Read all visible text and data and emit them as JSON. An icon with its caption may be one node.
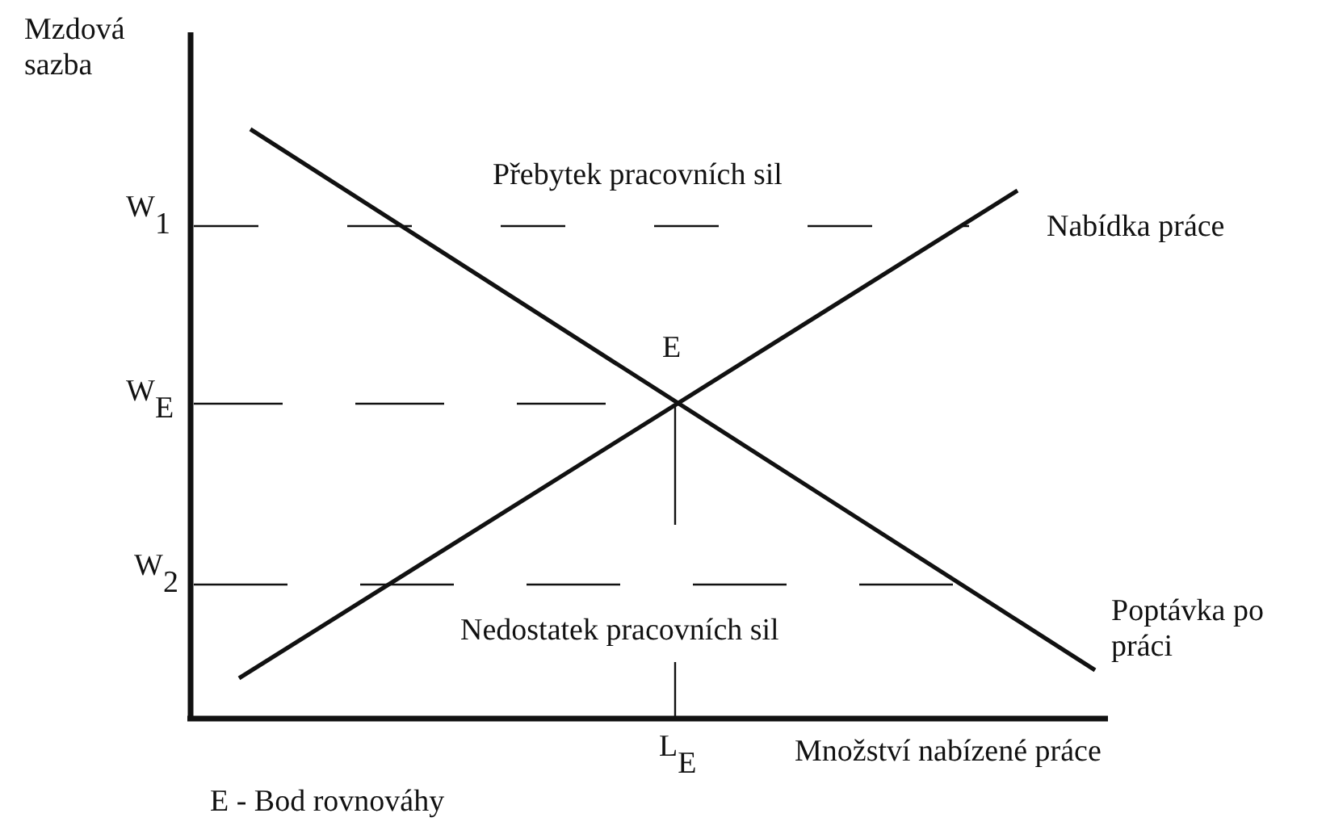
{
  "diagram": {
    "labels": [
      "Mzdová sazba",
      "Přebytek pracovních sil",
      "W$_{1}$",
      "Nabídka práce",
      "E",
      "W$_{E}$",
      "W$_{2}$",
      "Nedostatek pracovních sil",
      "Poptávka po práci",
      "L$_{E}$",
      "Množství nabízené práce",
      "E - Bod rovnováhy"
    ]
  }
}
